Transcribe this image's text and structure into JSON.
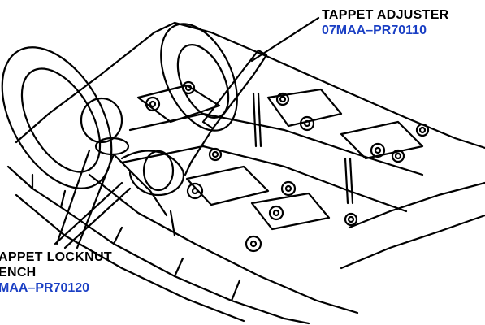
{
  "colors": {
    "ink": "#000000",
    "paper": "#ffffff",
    "part_number": "#1a3fc4"
  },
  "labels": {
    "tappet_adjuster": {
      "name": "TAPPET ADJUSTER",
      "part_number": "07MAA–PR70110"
    },
    "tappet_locknut_wrench": {
      "name_line1": "APPET LOCKNUT",
      "name_line2": "ENCH",
      "part_number": "MAA–PR70120"
    }
  }
}
